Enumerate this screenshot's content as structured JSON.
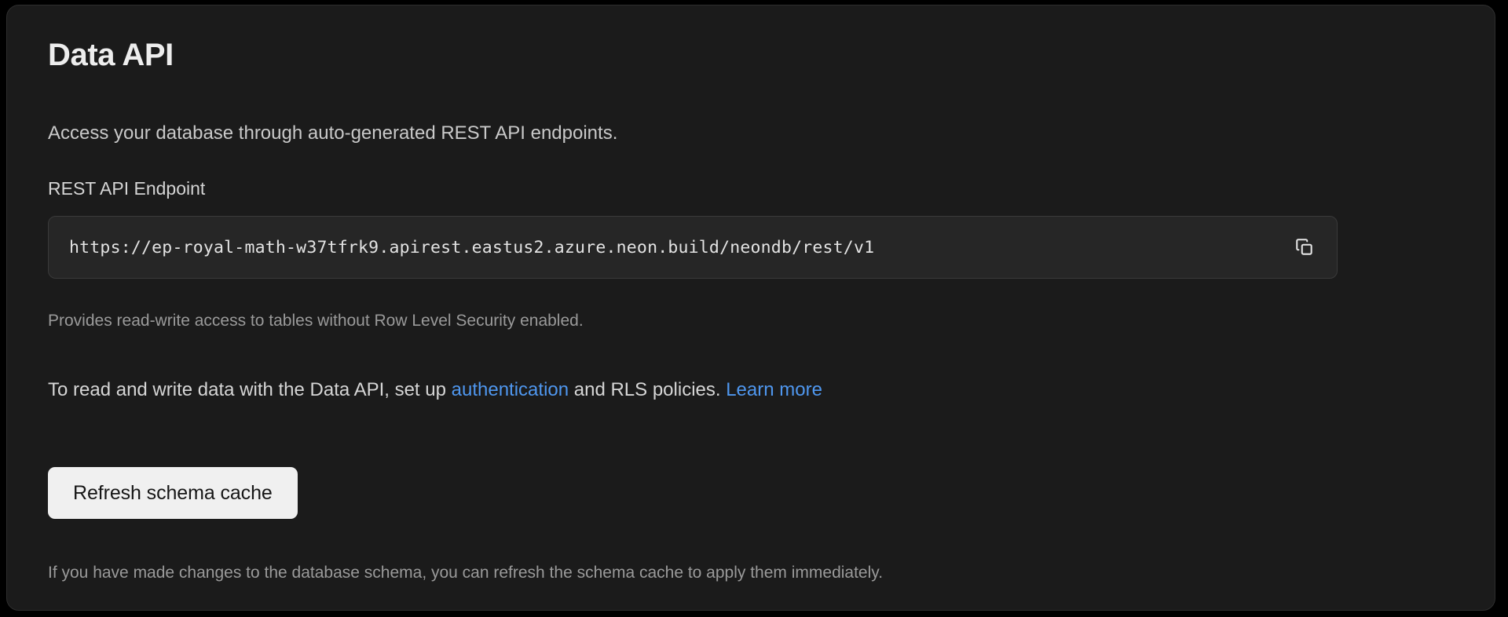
{
  "card": {
    "title": "Data API",
    "description": "Access your database through auto-generated REST API endpoints.",
    "endpoint": {
      "label": "REST API Endpoint",
      "value": "https://ep-royal-math-w37tfrk9.apirest.eastus2.azure.neon.build/neondb/rest/v1",
      "placeholder": "https://",
      "copy_icon": "copy-icon",
      "hint": "Provides read-write access to tables without Row Level Security enabled."
    },
    "setup_line": {
      "prefix": "To read and write data with the Data API, set up ",
      "link_auth": "authentication",
      "middle": " and RLS policies. ",
      "link_learn": "Learn more"
    },
    "refresh_button": "Refresh schema cache",
    "footer_hint": "If you have made changes to the database schema, you can refresh the schema cache to apply them immediately."
  },
  "colors": {
    "page_background": "#000000",
    "card_background": "#1b1b1b",
    "card_border": "#2e2e2e",
    "input_background": "#262626",
    "input_border": "#3a3a3a",
    "link": "#4f97ef",
    "button_background": "#f0f0f0",
    "button_text": "#161616",
    "title_text": "#ededed",
    "muted_text": "#9a9a9a"
  }
}
